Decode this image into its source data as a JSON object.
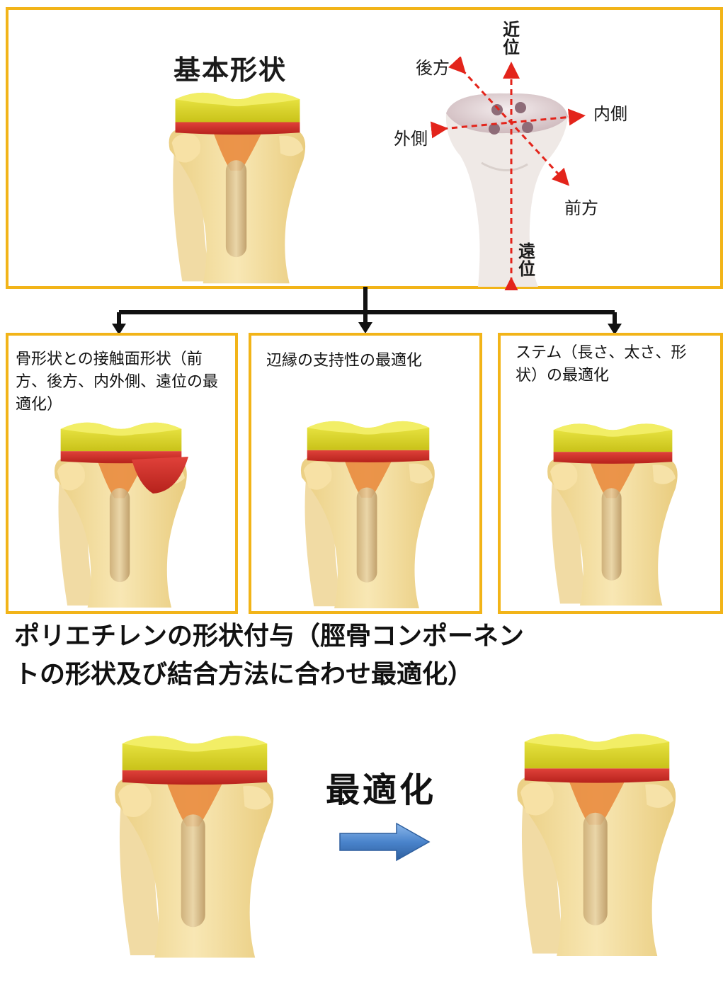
{
  "top_panel": {
    "title": "基本形状",
    "directions": {
      "proximal": "近位",
      "distal": "遠位",
      "posterior": "後方",
      "anterior": "前方",
      "medial": "内側",
      "lateral": "外側"
    }
  },
  "options": [
    {
      "label": "骨形状との接触面形状（前方、後方、内外側、遠位の最適化）",
      "variant": "contact-surface"
    },
    {
      "label": "辺縁の支持性の最適化",
      "variant": "rim-support"
    },
    {
      "label": "ステム（長さ、太さ、形状）の最適化",
      "variant": "stem"
    }
  ],
  "bottom_panel": {
    "title_line1": "ポリエチレンの形状付与（脛骨コンポーネン",
    "title_line2": "トの形状及び結合方法に合わせ最適化）",
    "arrow_label": "最適化"
  },
  "colors": {
    "frame": "#F2B418",
    "insert": "#E6E22A",
    "tray": "#D8312A",
    "bone": "#F3DD9E",
    "arrow_red": "#E3241B",
    "arrow_blue": "#3F7BC4"
  },
  "icons": [
    "knee-implant-image",
    "tibia-bone-image",
    "flow-arrow",
    "blue-right-arrow"
  ]
}
